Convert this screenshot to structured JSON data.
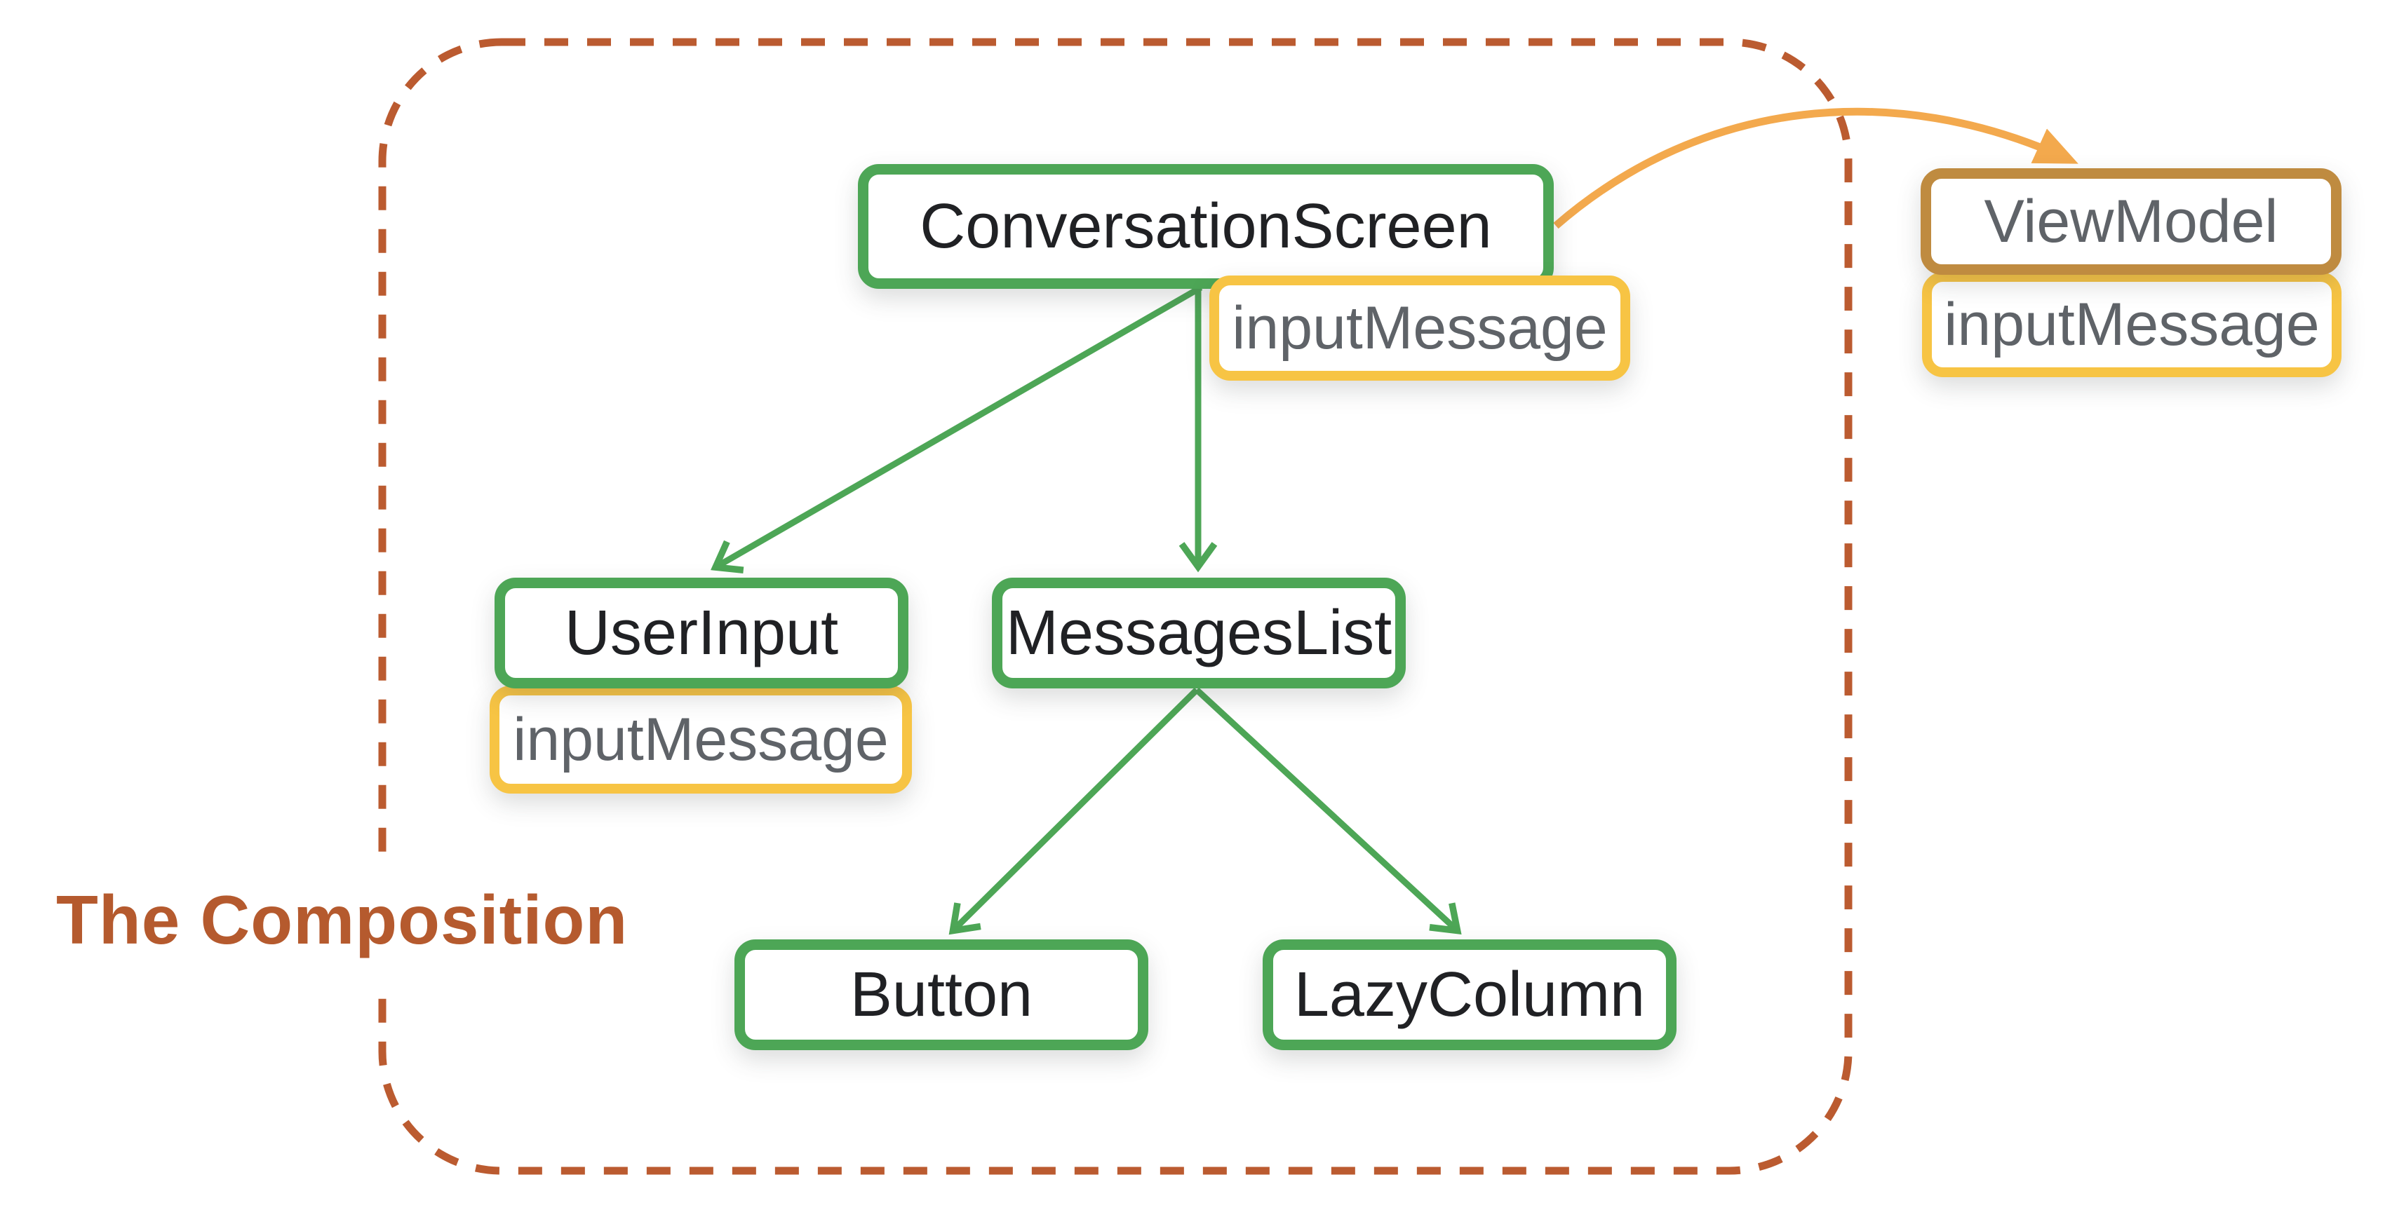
{
  "diagram": {
    "title": "The Composition",
    "nodes": {
      "conversation_screen": {
        "label": "ConversationScreen",
        "kind": "composable"
      },
      "user_input": {
        "label": "UserInput",
        "kind": "composable"
      },
      "messages_list": {
        "label": "MessagesList",
        "kind": "composable"
      },
      "button": {
        "label": "Button",
        "kind": "composable"
      },
      "lazy_column": {
        "label": "LazyColumn",
        "kind": "composable"
      },
      "view_model": {
        "label": "ViewModel",
        "kind": "state-holder"
      }
    },
    "properties": {
      "conversation_screen_state": {
        "label": "inputMessage"
      },
      "user_input_state": {
        "label": "inputMessage"
      },
      "view_model_state": {
        "label": "inputMessage"
      }
    },
    "edges": [
      {
        "from": "conversation_screen",
        "to": "user_input",
        "style": "green-arrow"
      },
      {
        "from": "conversation_screen",
        "to": "messages_list",
        "style": "green-arrow"
      },
      {
        "from": "messages_list",
        "to": "button",
        "style": "green-arrow"
      },
      {
        "from": "messages_list",
        "to": "lazy_column",
        "style": "green-arrow"
      },
      {
        "from": "conversation_screen",
        "to": "view_model",
        "style": "orange-curved-arrow"
      }
    ],
    "colors": {
      "composable_border_green": "#4DA656",
      "state_border_yellow": "#F7C444",
      "viewmodel_border_brown": "#BF8B40",
      "orange_arrow": "#F3A94D",
      "boundary_rust": "#BB5B30",
      "title_rust": "#B55A2E",
      "node_text": "#202124",
      "state_text": "#5F6368",
      "background": "#ffffff"
    }
  }
}
